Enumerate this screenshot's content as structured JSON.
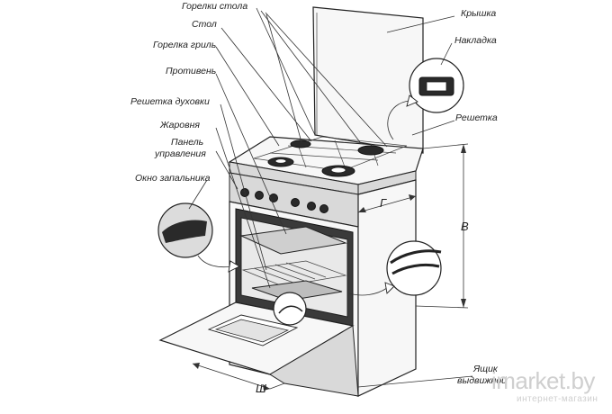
{
  "labels": {
    "burners": "Горелки стола",
    "lid": "Крышка",
    "table": "Стол",
    "cap": "Накладка",
    "grill_burner": "Горелка гриль",
    "tray": "Противень",
    "grate": "Решетка",
    "oven_rack": "Решетка духовки",
    "roaster": "Жаровня",
    "panel_line1": "Панель",
    "panel_line2": "управления",
    "ignition_window": "Окно запальника",
    "drawer_line1": "Ящик",
    "drawer_line2": "выдвижной"
  },
  "dimensions": {
    "width": "Ш",
    "depth": "Г",
    "height": "В"
  },
  "watermark": {
    "brand": "imarket.by",
    "tagline": "интернет-магазин"
  }
}
